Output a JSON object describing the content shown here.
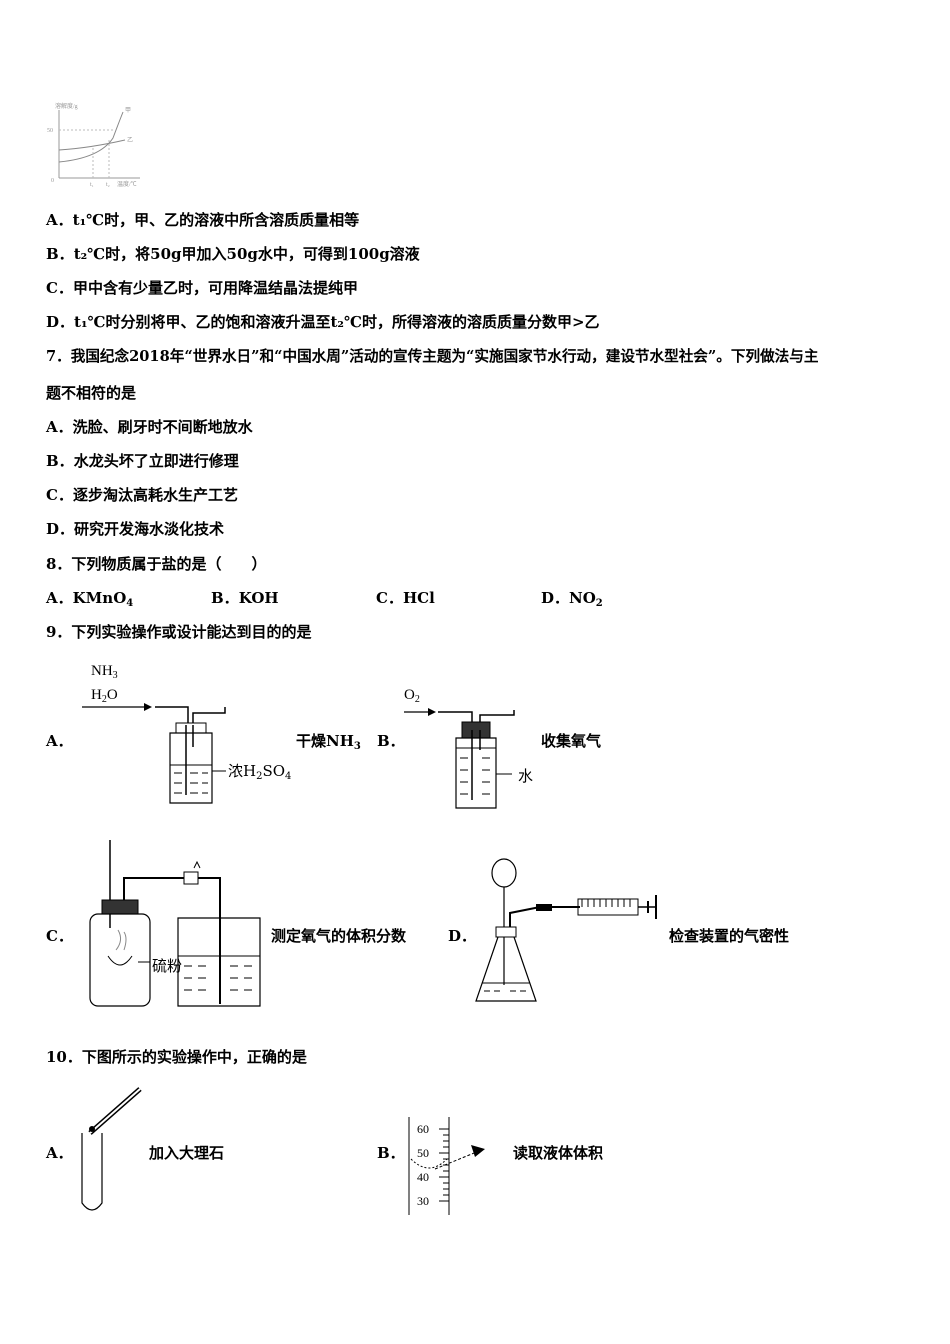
{
  "q6": {
    "graph_labels": {
      "ylabel": "溶解度/g",
      "y_tick": "50",
      "origin": "0",
      "xlabel": "温度/℃",
      "curve_a": "甲",
      "curve_b": "乙",
      "t1": "t₁",
      "t2": "t₂"
    },
    "options": [
      {
        "letter": "A．",
        "text": "t₁℃时，甲、乙的溶液中所含溶质质量相等"
      },
      {
        "letter": "B．",
        "text": "t₂℃时，将50g甲加入50g水中，可得到100g溶液"
      },
      {
        "letter": "C．",
        "text": "甲中含有少量乙时，可用降温结晶法提纯甲"
      },
      {
        "letter": "D．",
        "text": "t₁℃时分别将甲、乙的饱和溶液升温至t₂℃时，所得溶液的溶质质量分数甲>乙"
      }
    ]
  },
  "q7": {
    "stem_line1": "7．我国纪念2018年“世界水日”和“中国水周”活动的宣传主题为“实施国家节水行动，建设节水型社会”。下列做法与主",
    "stem_line2": "题不相符的是",
    "options": [
      {
        "letter": "A．",
        "text": "洗脸、刷牙时不间断地放水"
      },
      {
        "letter": "B．",
        "text": "水龙头坏了立即进行修理"
      },
      {
        "letter": "C．",
        "text": "逐步淘汰高耗水生产工艺"
      },
      {
        "letter": "D．",
        "text": "研究开发海水淡化技术"
      }
    ]
  },
  "q8": {
    "stem": "8．下列物质属于盐的是（　　）",
    "options": [
      {
        "letter": "A．",
        "formula": "KMnO",
        "sub": "4"
      },
      {
        "letter": "B．",
        "formula": "KOH",
        "sub": ""
      },
      {
        "letter": "C．",
        "formula": "HCl",
        "sub": ""
      },
      {
        "letter": "D．",
        "formula": "NO",
        "sub": "2"
      }
    ]
  },
  "q9": {
    "stem": "9．下列实验操作或设计能达到目的的是",
    "a": {
      "letter": "A．",
      "caption": "干燥NH",
      "caption_sub": "3",
      "gas1": "NH",
      "gas1_sub": "3",
      "gas2": "H",
      "gas2_sub": "2",
      "gas2_tail": "O",
      "reagent": "浓H",
      "reagent_sub1": "2",
      "reagent_mid": "SO",
      "reagent_sub2": "4"
    },
    "b": {
      "letter": "B．",
      "caption": "收集氧气",
      "gas": "O",
      "gas_sub": "2",
      "liquid": "水"
    },
    "c": {
      "letter": "C．",
      "caption": "测定氧气的体积分数",
      "label": "硫粉"
    },
    "d": {
      "letter": "D．",
      "caption": "检查装置的气密性"
    }
  },
  "q10": {
    "stem": "10．下图所示的实验操作中，正确的是",
    "a": {
      "letter": "A．",
      "caption": "加入大理石"
    },
    "b": {
      "letter": "B．",
      "caption": "读取液体体积",
      "ticks": [
        "60",
        "50",
        "40",
        "30"
      ]
    }
  }
}
